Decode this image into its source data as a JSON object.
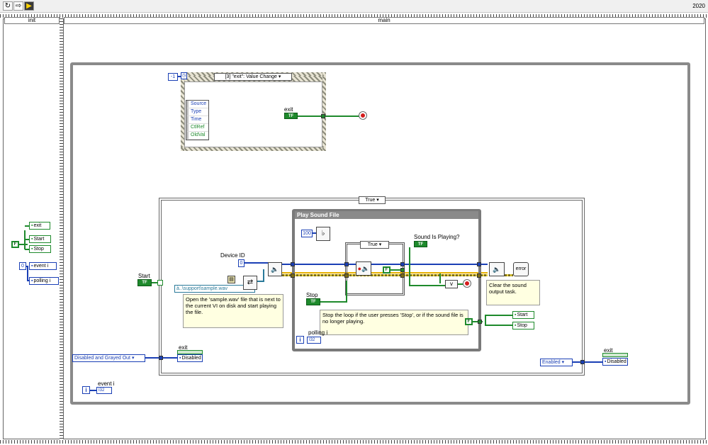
{
  "toolbar": {
    "version": "2020"
  },
  "frames": {
    "init_label": "init",
    "main_label": "main"
  },
  "init": {
    "refs": [
      "exit",
      "Start",
      "Stop",
      "event i",
      "polling i"
    ],
    "false_const": "F",
    "zero_const": "0"
  },
  "event_structure": {
    "iteration_const": "-1",
    "selector": "[3] \"exit\": Value Change",
    "data_nodes": [
      "Source",
      "Type",
      "Time",
      "CtlRef",
      "OldVal"
    ],
    "exit_terminal_label": "exit",
    "exit_terminal_value": "TF"
  },
  "case_structure": {
    "selector": "True",
    "start_label": "Start",
    "start_value": "TF",
    "device_id_label": "Device ID",
    "device_id_value": "0",
    "path_const": "à..\\support\\sample.wav",
    "comment_open": "Open the 'sample.wav' file that is next to the current VI on disk and start playing the file.",
    "comment_clear": "Clear the sound output task.",
    "disabled_const": "Disabled and Grayed Out",
    "exit_prop_label": "exit",
    "exit_prop_value": "Disabled",
    "enabled_const": "Enabled",
    "exit_prop2_label": "exit",
    "exit_prop2_value": "Disabled",
    "start_ref": "Start",
    "stop_ref": "Stop",
    "false_const": "F"
  },
  "play_loop": {
    "title": "Play Sound File",
    "wait_const": "100",
    "inner_case_selector": "True",
    "sound_playing_label": "Sound Is Playing?",
    "sound_playing_value": "TF",
    "stop_label": "Stop",
    "stop_value": "TF",
    "false_const": "F",
    "comment": "Stop the loop if the user presses 'Stop', or if the sound file is no longer playing.",
    "polling_label": "polling i",
    "polling_value": "I32",
    "iteration": "i"
  },
  "event_i": {
    "label": "event i",
    "value": "I32",
    "iteration": "i"
  }
}
